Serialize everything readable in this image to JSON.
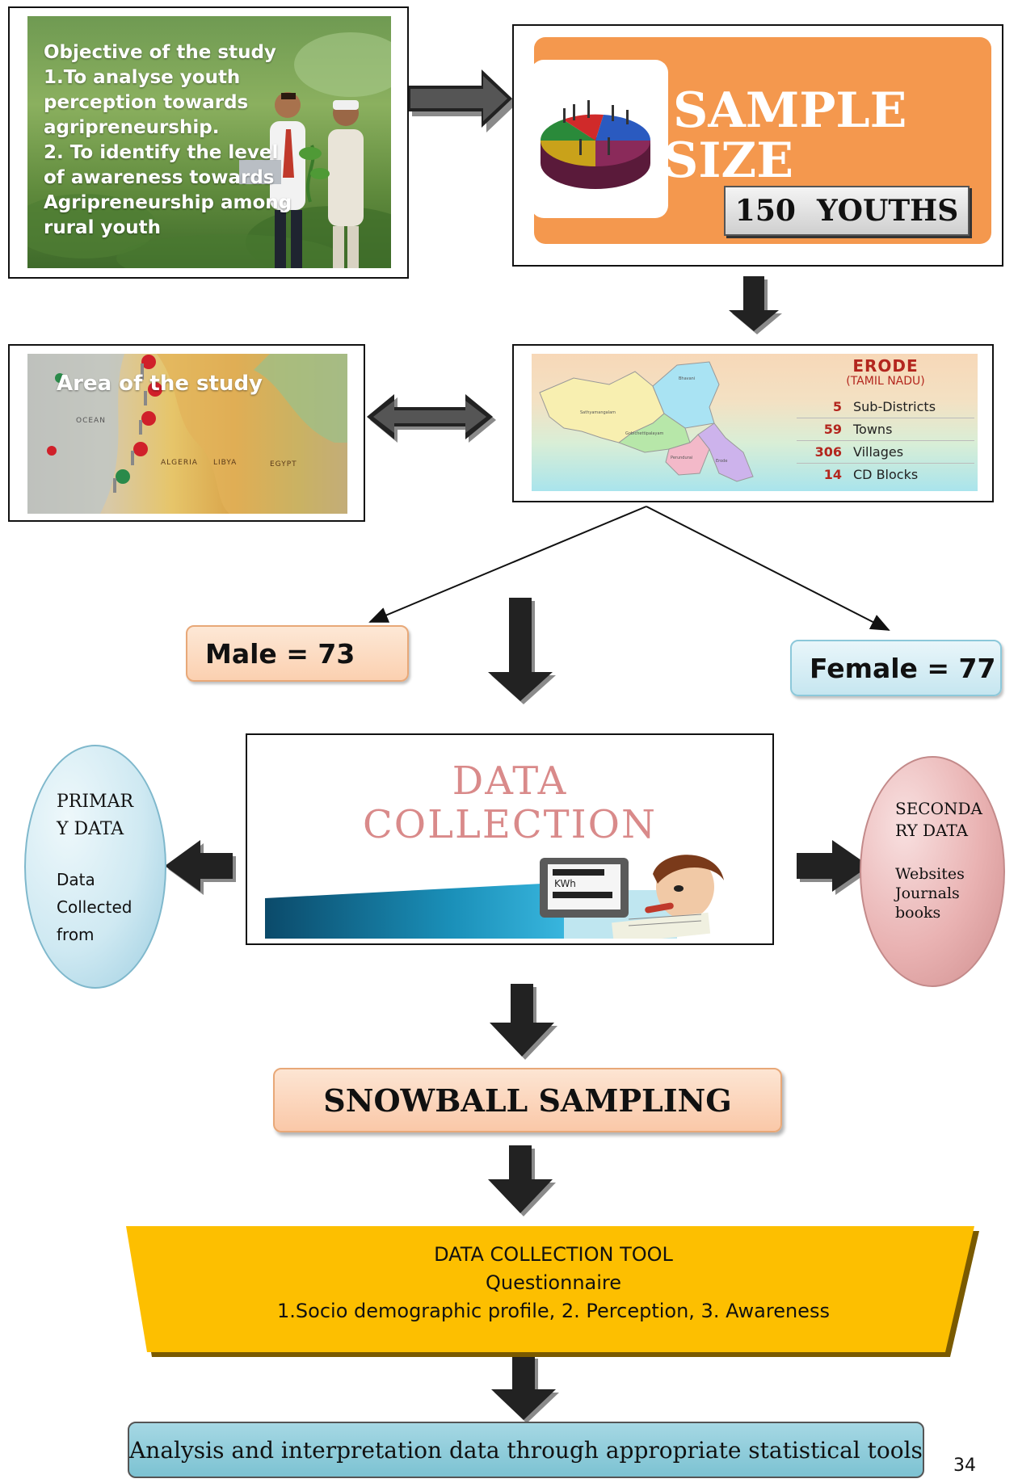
{
  "objective": {
    "lines": [
      "Objective of the study",
      "1.To analyse youth",
      "perception towards",
      "agripreneurship.",
      "2. To identify the level",
      "of awareness towards",
      "Agripreneurship among",
      "rural youth"
    ]
  },
  "sample": {
    "title_line1": "SAMPLE",
    "title_line2": "SIZE",
    "count_number": "150",
    "count_label": "YOUTHS"
  },
  "area": {
    "label": "Area of the study",
    "map_labels": [
      "OCEAN",
      "ALGERIA",
      "LIBYA",
      "EGYPT"
    ]
  },
  "erode": {
    "title": "ERODE",
    "subtitle": "(TAMIL NADU)",
    "stats": [
      {
        "number": "5",
        "label": "Sub-Districts"
      },
      {
        "number": "59",
        "label": "Towns"
      },
      {
        "number": "306",
        "label": "Villages"
      },
      {
        "number": "14",
        "label": "CD Blocks"
      }
    ],
    "region_labels": [
      "Sathyamangalam",
      "Bhavani",
      "Gobichettipalayam",
      "Perundurai",
      "Erode"
    ]
  },
  "gender": {
    "male": "Male = 73",
    "female": "Female = 77"
  },
  "data_collection": {
    "title_line1": "DATA",
    "title_line2": "COLLECTION",
    "screen_text": "KWh"
  },
  "primary": {
    "title_line1": "PRIMAR",
    "title_line2": "Y DATA",
    "body_line1": "Data",
    "body_line2": "Collected",
    "body_line3": "from"
  },
  "secondary": {
    "title_line1": "SECONDA",
    "title_line2": "RY DATA",
    "body_line1": "Websites",
    "body_line2": "Journals",
    "body_line3": "books"
  },
  "snowball": {
    "label": "SNOWBALL SAMPLING"
  },
  "tool": {
    "line1": "DATA COLLECTION TOOL",
    "line2": "Questionnaire",
    "line3": "1.Socio demographic profile, 2. Perception, 3. Awareness"
  },
  "analysis": {
    "label": "Analysis and interpretation data through appropriate statistical tools"
  },
  "page_number": "34",
  "colors": {
    "orange_panel": "#f4984e",
    "male_fill": "#fbd5b5",
    "female_fill": "#cfe9f2",
    "primary_fill": "#d6eef5",
    "secondary_fill": "#e9b2b2",
    "snowball_fill": "#fbd0b4",
    "tool_fill": "#fdbf00",
    "analysis_fill": "#86cad8",
    "data_title": "#d98a8a"
  }
}
